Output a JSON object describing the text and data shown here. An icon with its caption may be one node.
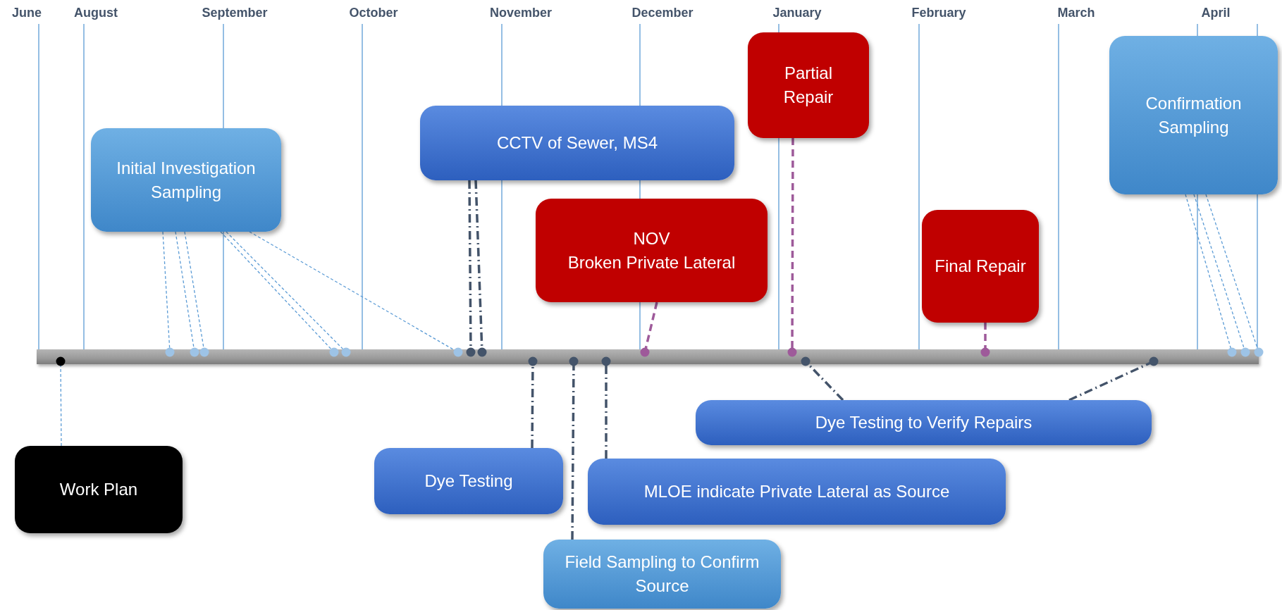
{
  "diagram": {
    "nodes": [
      {
        "text": [
          "Initial Investigation Sampling"
        ]
      },
      {
        "text": [
          "CCTV of Sewer, MS4"
        ]
      },
      {
        "text": [
          "Partial Repair"
        ]
      },
      {
        "text": [
          "Confirmation Sampling"
        ]
      },
      {
        "text": [
          "NOV",
          "Broken Private Lateral"
        ]
      },
      {
        "text": [
          "Final Repair"
        ]
      },
      {
        "text": [],
        "shape": "bar"
      },
      {
        "text": [
          "Dye Testing to Verify Repairs"
        ]
      },
      {
        "text": [
          "Work Plan"
        ]
      },
      {
        "text": [
          "Dye Testing"
        ]
      },
      {
        "text": [
          "MLOE indicate Private Lateral as Source"
        ]
      },
      {
        "text": [
          "Field Sampling to Confirm Source"
        ]
      }
    ],
    "edges": [
      {
        "from": 8,
        "to": 6,
        "arrow": "other",
        "style": "dashed"
      },
      {
        "from": 0,
        "to": 6,
        "arrow": "other",
        "style": "dashed"
      },
      {
        "from": 0,
        "to": 6,
        "arrow": "other",
        "style": "dashed"
      },
      {
        "from": 0,
        "to": 6,
        "arrow": "other",
        "style": "dashed"
      },
      {
        "from": 0,
        "to": 6,
        "arrow": "other",
        "style": "dashed"
      },
      {
        "from": 0,
        "to": 6,
        "arrow": "other",
        "style": "dashed"
      },
      {
        "from": 0,
        "to": 6,
        "arrow": "other",
        "style": "dashed"
      },
      {
        "from": 1,
        "to": 6,
        "arrow": "other",
        "style": "dashed",
        "color": "#44546a"
      },
      {
        "from": 1,
        "to": 6,
        "arrow": "other",
        "style": "dashed",
        "color": "#44546a"
      },
      {
        "from": 4,
        "to": 6,
        "arrow": "other",
        "style": "dashed",
        "color": "#9e5a9a"
      },
      {
        "from": 2,
        "to": 6,
        "arrow": "other",
        "style": "dashed",
        "color": "#9e5a9a"
      },
      {
        "from": 5,
        "to": 6,
        "arrow": "other",
        "style": "dashed",
        "color": "#9e5a9a"
      },
      {
        "from": 9,
        "to": 6,
        "arrow": "other",
        "style": "dashed",
        "color": "#44546a"
      },
      {
        "from": 11,
        "to": 6,
        "arrow": "other",
        "style": "dashed",
        "color": "#44546a"
      },
      {
        "from": 10,
        "to": 6,
        "arrow": "other",
        "style": "dashed",
        "color": "#44546a"
      },
      {
        "from": 7,
        "to": 6,
        "arrow": "other",
        "style": "dashed",
        "color": "#44546a"
      },
      {
        "from": 7,
        "to": 6,
        "arrow": "other",
        "style": "dashed",
        "color": "#44546a"
      },
      {
        "from": 3,
        "to": 6,
        "arrow": "other",
        "style": "dashed"
      },
      {
        "from": 3,
        "to": 6,
        "arrow": "other",
        "style": "dashed"
      },
      {
        "from": 3,
        "to": 6,
        "arrow": "other",
        "style": "dashed"
      }
    ],
    "labels": [
      "June",
      "August",
      "September",
      "October",
      "November",
      "December",
      "January",
      "February",
      "March",
      "April"
    ]
  }
}
